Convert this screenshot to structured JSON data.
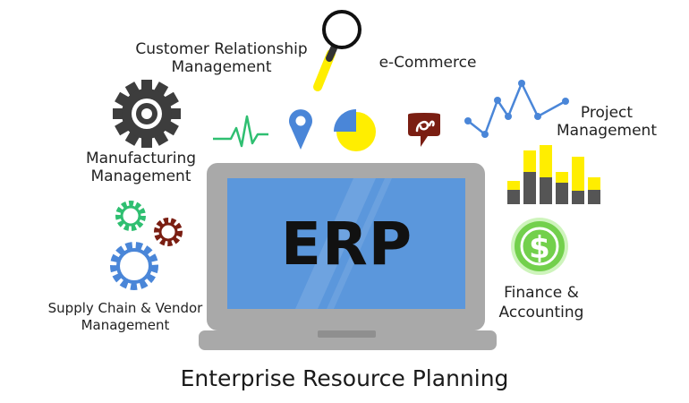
{
  "screen_text": "ERP",
  "caption": "Enterprise Resource Planning",
  "modules": {
    "crm": [
      "Customer Relationship",
      "Management"
    ],
    "ecommerce": [
      "e-Commerce"
    ],
    "project": [
      "Project",
      "Management"
    ],
    "manufacturing": [
      "Manufacturing",
      "Management"
    ],
    "supply_chain": [
      "Supply Chain & Vendor",
      "Management"
    ],
    "finance": [
      "Finance &",
      "Accounting"
    ]
  },
  "icons": {
    "dollar_symbol": "$"
  },
  "colors": {
    "screen_blue": "#5b97dc",
    "laptop_gray": "#a9a9a9",
    "accent_yellow": "#ffee00",
    "gear_dark": "#3d3d3d",
    "chart_gray": "#555555",
    "line_blue": "#4a86d8",
    "pulse_green": "#2fbf71",
    "coin_green": "#73d04c",
    "chat_red": "#7a1e12"
  }
}
